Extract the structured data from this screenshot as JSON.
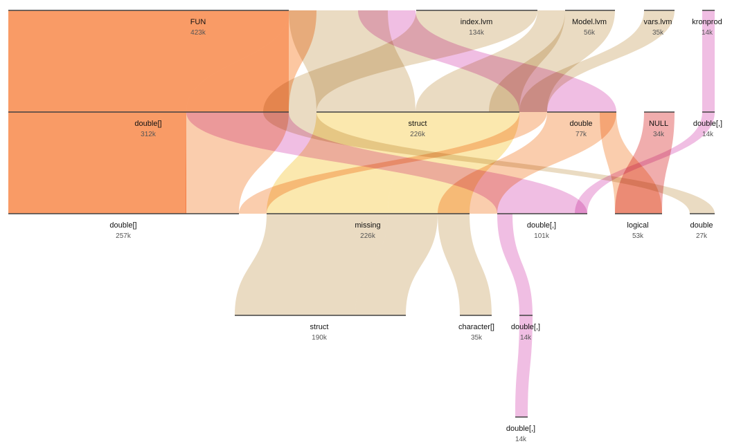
{
  "chart_data": {
    "type": "sankey",
    "colors": {
      "orange": "#fcc7a1",
      "tan": "#e9d6b8",
      "pink": "#eeb4df",
      "yellow": "#fdf1a7",
      "link_orange": "#f5a46a",
      "link_tan": "#d9bd90",
      "link_pink": "#e389cc",
      "link_red": "#e46a6a",
      "link_gold": "#f7d56c"
    },
    "nodes": [
      {
        "id": "fun",
        "label": "FUN",
        "value_text": "423k",
        "level": 0
      },
      {
        "id": "index_lvm",
        "label": "index.lvm",
        "value_text": "134k",
        "level": 0
      },
      {
        "id": "model_lvm",
        "label": "Model.lvm",
        "value_text": "56k",
        "level": 0
      },
      {
        "id": "vars_lvm",
        "label": "vars.lvm",
        "value_text": "35k",
        "level": 0
      },
      {
        "id": "kronprod",
        "label": "kronprod",
        "value_text": "14k",
        "level": 0
      },
      {
        "id": "l1_double_arr",
        "label": "double[]",
        "value_text": "312k",
        "level": 1
      },
      {
        "id": "l1_struct",
        "label": "struct",
        "value_text": "226k",
        "level": 1
      },
      {
        "id": "l1_double",
        "label": "double",
        "value_text": "77k",
        "level": 1
      },
      {
        "id": "l1_null",
        "label": "NULL",
        "value_text": "34k",
        "level": 1
      },
      {
        "id": "l1_double_mat",
        "label": "double[,]",
        "value_text": "14k",
        "level": 1
      },
      {
        "id": "l2_double_arr",
        "label": "double[]",
        "value_text": "257k",
        "level": 2
      },
      {
        "id": "l2_missing",
        "label": "missing",
        "value_text": "226k",
        "level": 2
      },
      {
        "id": "l2_double_mat",
        "label": "double[,]",
        "value_text": "101k",
        "level": 2
      },
      {
        "id": "l2_logical",
        "label": "logical",
        "value_text": "53k",
        "level": 2
      },
      {
        "id": "l2_double",
        "label": "double",
        "value_text": "27k",
        "level": 2
      },
      {
        "id": "l3_struct",
        "label": "struct",
        "value_text": "190k",
        "level": 3
      },
      {
        "id": "l3_character_arr",
        "label": "character[]",
        "value_text": "35k",
        "level": 3
      },
      {
        "id": "l3_double_mat",
        "label": "double[,]",
        "value_text": "14k",
        "level": 3
      },
      {
        "id": "l4_double_mat",
        "label": "double[,]",
        "value_text": "14k",
        "level": 4
      }
    ]
  }
}
